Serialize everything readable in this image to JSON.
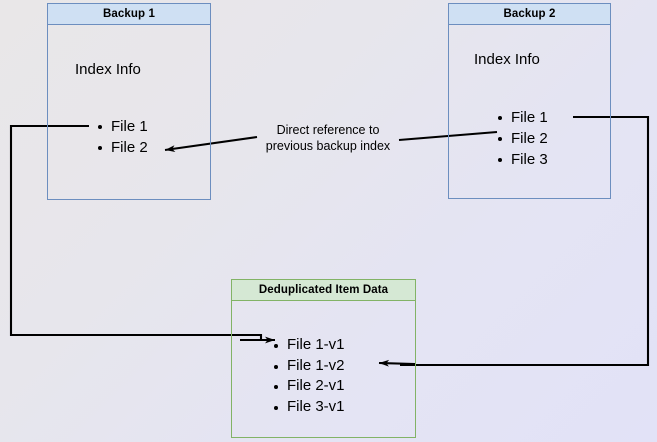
{
  "diagram": {
    "title_visible": false,
    "background": {
      "gradient_from": "#e9e7e8",
      "gradient_to": "#e2e2f7"
    },
    "colors": {
      "blue_border": "#6c8ebf",
      "blue_header_fill": "#cfe0f3",
      "green_border": "#82b366",
      "green_header_fill": "#d5e8d4",
      "edge": "#000000"
    },
    "nodes": [
      {
        "id": "backup1",
        "header": "Backup 1",
        "section_label": "Index Info",
        "items": [
          "File 1",
          "File 2"
        ]
      },
      {
        "id": "backup2",
        "header": "Backup 2",
        "section_label": "Index Info",
        "items": [
          "File 1",
          "File 2",
          "File 3"
        ]
      },
      {
        "id": "dedup",
        "header": "Deduplicated Item Data",
        "items": [
          "File 1-v1",
          "File 1-v2",
          "File 2-v1",
          "File 3-v1"
        ]
      }
    ],
    "edge_labels": {
      "direct_reference_line1": "Direct reference to",
      "direct_reference_line2": "previous backup index"
    }
  }
}
